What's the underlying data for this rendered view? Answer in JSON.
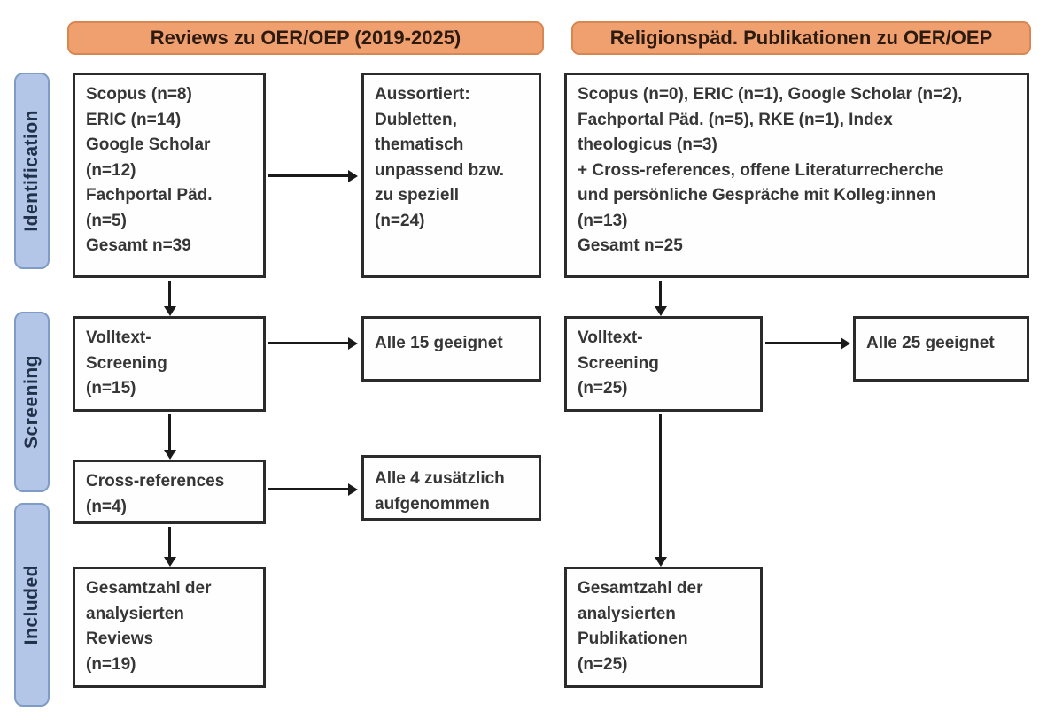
{
  "column_headers": {
    "left": "Reviews zu OER/OEP (2019-2025)",
    "right": "Religionspäd. Publikationen zu OER/OEP"
  },
  "stage_labels": {
    "identification": "Identification",
    "screening": "Screening",
    "included": "Included"
  },
  "left_flow": {
    "sources": "Scopus (n=8)\nERIC (n=14)\nGoogle Scholar\n(n=12)\nFachportal Päd.\n(n=5)\nGesamt n=39",
    "excluded": "Aussortiert:\nDubletten,\nthematisch\nunpassend bzw.\nzu speziell\n(n=24)",
    "fulltext_screening": "Volltext-\nScreening\n(n=15)",
    "fulltext_result": "Alle 15 geeignet",
    "cross_references": "Cross-references\n(n=4)",
    "cross_references_result": "Alle 4 zusätzlich\naufgenommen",
    "included_total": "Gesamtzahl der\nanalysierten\nReviews\n(n=19)"
  },
  "right_flow": {
    "sources": "Scopus (n=0), ERIC (n=1), Google Scholar (n=2),\nFachportal Päd. (n=5), RKE (n=1), Index\ntheologicus (n=3)\n+ Cross-references, offene Literaturrecherche\nund persönliche Gespräche mit Kolleg:innen\n(n=13)\nGesamt n=25",
    "fulltext_screening": "Volltext-\nScreening\n(n=25)",
    "fulltext_result": "Alle 25 geeignet",
    "included_total": "Gesamtzahl der\nanalysierten\nPublikationen\n(n=25)"
  },
  "colors": {
    "background": "#FFFFFF",
    "header_fill": "#F0A06F",
    "header_border": "#D98752",
    "header_text": "#2D1A10",
    "stage_fill": "#B3C6E7",
    "stage_border": "#7F9CC6",
    "stage_text": "#203149",
    "box_fill": "#FEFEFE",
    "box_border": "#2B2B2B",
    "box_text": "#363636",
    "arrow": "#1A1A1A"
  }
}
